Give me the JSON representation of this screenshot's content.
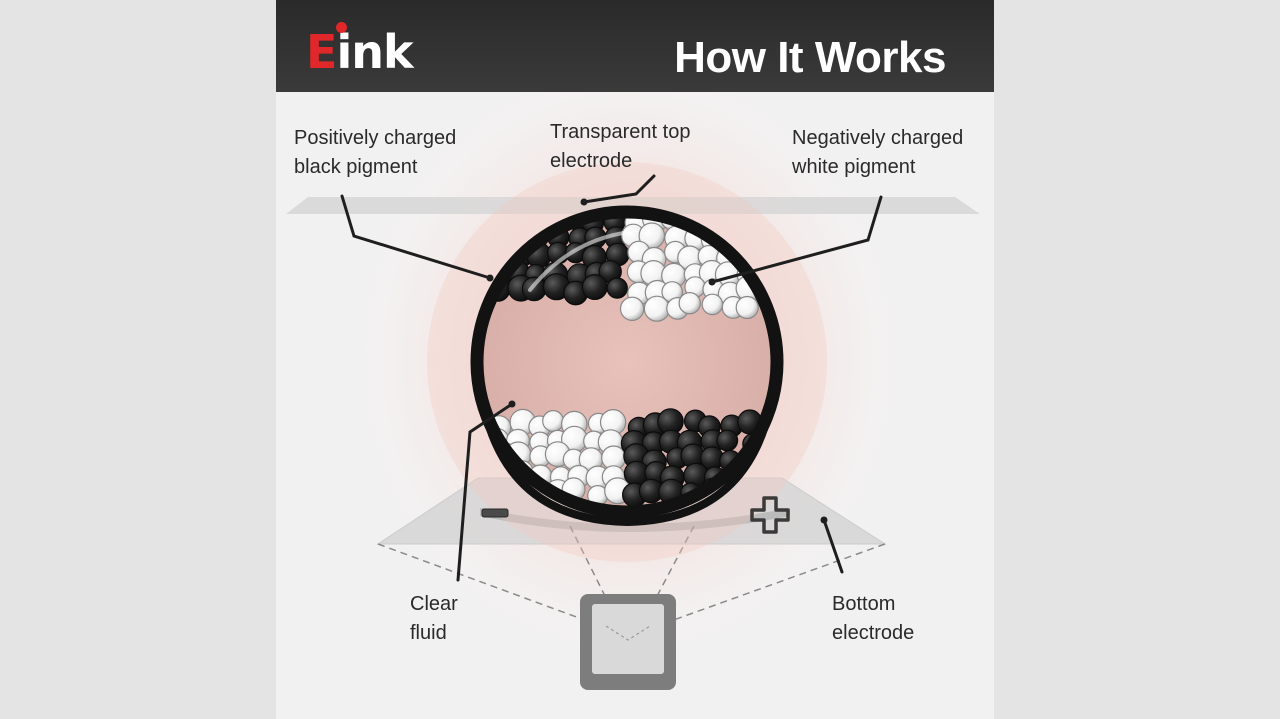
{
  "header": {
    "logo_first": "E",
    "logo_rest": "ink",
    "title": "How It Works"
  },
  "labels": {
    "black_pigment": [
      "Positively charged",
      "black pigment"
    ],
    "top_electrode": [
      "Transparent top",
      "electrode"
    ],
    "white_pigment": [
      "Negatively charged",
      "white pigment"
    ],
    "clear_fluid": [
      "Clear",
      "fluid"
    ],
    "bottom_electrode": [
      "Bottom",
      "electrode"
    ]
  },
  "symbols": {
    "minus": "−",
    "plus": "+"
  },
  "colors": {
    "header_bg": "#333333",
    "logo_accent": "#e0282b",
    "capsule_glow": "#f4c9c0",
    "black_pigment": "#1c1c1c",
    "white_pigment": "#ffffff"
  }
}
